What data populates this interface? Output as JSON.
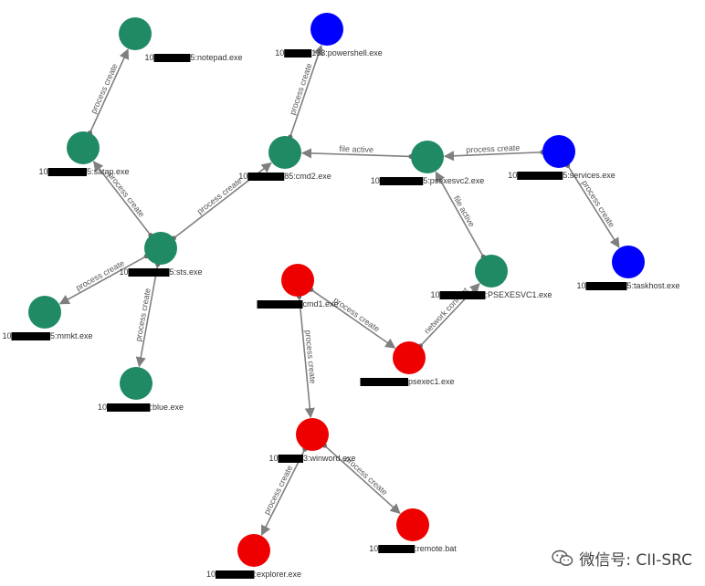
{
  "colors": {
    "green": "#1f8a63",
    "blue": "#0000ff",
    "red": "#ee0000",
    "edge": "#7f7f7f",
    "redaction": "#000000"
  },
  "nodes": [
    {
      "id": "notepad",
      "label_prefix": "10",
      "label_suffix": "5:notepad.exe",
      "color": "green"
    },
    {
      "id": "powershell",
      "label_prefix": "10",
      "label_suffix": "133:powershell.exe",
      "color": "blue"
    },
    {
      "id": "satap",
      "label_prefix": "10",
      "label_suffix": "5:satap.exe",
      "color": "green"
    },
    {
      "id": "cmd2",
      "label_prefix": "10",
      "label_suffix": "85:cmd2.exe",
      "color": "green"
    },
    {
      "id": "psexesvc2",
      "label_prefix": "10",
      "label_suffix": "5:psexesvc2.exe",
      "color": "green"
    },
    {
      "id": "services",
      "label_prefix": "10",
      "label_suffix": "5:services.exe",
      "color": "blue"
    },
    {
      "id": "sts",
      "label_prefix": "10",
      "label_suffix": "5:sts.exe",
      "color": "green"
    },
    {
      "id": "taskhost",
      "label_prefix": "10",
      "label_suffix": "5:taskhost.exe",
      "color": "blue"
    },
    {
      "id": "PSEXESVC1",
      "label_prefix": "10",
      "label_suffix": ":PSEXESVC1.exe",
      "color": "green"
    },
    {
      "id": "cmd1",
      "label_prefix": "",
      "label_suffix": "cmd1.exe",
      "color": "red"
    },
    {
      "id": "mmkt",
      "label_prefix": "10",
      "label_suffix": "5:mmkt.exe",
      "color": "green"
    },
    {
      "id": "psexec1",
      "label_prefix": "",
      "label_suffix": "psexec1.exe",
      "color": "red"
    },
    {
      "id": "blue",
      "label_prefix": "10",
      "label_suffix": ":blue.exe",
      "color": "green"
    },
    {
      "id": "winword",
      "label_prefix": "10",
      "label_suffix": "3:winword.exe",
      "color": "red"
    },
    {
      "id": "explorer",
      "label_prefix": "10",
      "label_suffix": ":explorer.exe",
      "color": "red"
    },
    {
      "id": "remote",
      "label_prefix": "10",
      "label_suffix": ":remote.bat",
      "color": "red"
    }
  ],
  "edges": [
    {
      "source": "satap",
      "target": "notepad",
      "label": "process create"
    },
    {
      "source": "cmd2",
      "target": "powershell",
      "label": "process create"
    },
    {
      "source": "sts",
      "target": "satap",
      "label": "process create"
    },
    {
      "source": "sts",
      "target": "cmd2",
      "label": "process create"
    },
    {
      "source": "psexesvc2",
      "target": "cmd2",
      "label": "file active"
    },
    {
      "source": "services",
      "target": "psexesvc2",
      "label": "process create"
    },
    {
      "source": "services",
      "target": "taskhost",
      "label": "process create"
    },
    {
      "source": "PSEXESVC1",
      "target": "psexesvc2",
      "label": "file active"
    },
    {
      "source": "sts",
      "target": "mmkt",
      "label": "process create"
    },
    {
      "source": "sts",
      "target": "blue",
      "label": "process create"
    },
    {
      "source": "cmd1",
      "target": "psexec1",
      "label": "process create"
    },
    {
      "source": "psexec1",
      "target": "PSEXESVC1",
      "label": "network connect"
    },
    {
      "source": "cmd1",
      "target": "winword",
      "label": "process create"
    },
    {
      "source": "winword",
      "target": "explorer",
      "label": "process create"
    },
    {
      "source": "winword",
      "target": "remote",
      "label": "process create"
    }
  ],
  "watermark": {
    "text": "微信号: CII-SRC",
    "icon": "wechat-icon"
  }
}
